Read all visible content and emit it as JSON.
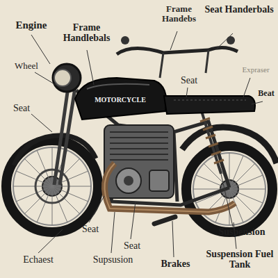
{
  "diagram": {
    "labels": [
      "Engine",
      "Frame Handlebals",
      "Frame Handebs",
      "Seat Handerbals",
      "Wheel",
      "Seat",
      "Expraser",
      "Seat",
      "Beat",
      "MOTORCYCLE",
      "Seat",
      "Seat",
      "Suspension",
      "Echaest",
      "Supsusion",
      "Brakes",
      "Suspension Fuel Tank"
    ]
  }
}
